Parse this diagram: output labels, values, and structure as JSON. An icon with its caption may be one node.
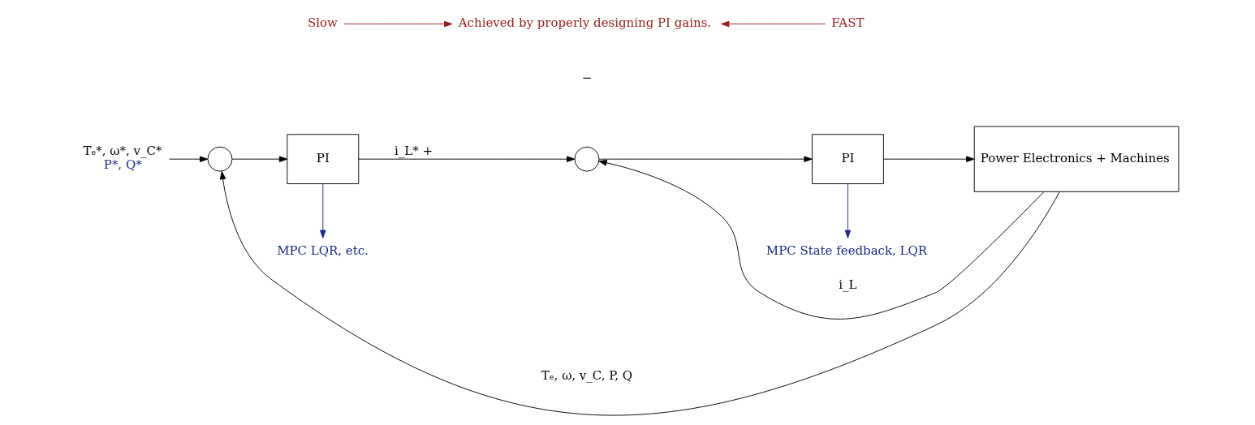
{
  "diagram": {
    "nodes": [
      {
        "text": [],
        "shape": "circle"
      },
      {
        "text": [
          "PI"
        ]
      },
      {
        "text": [],
        "shape": "circle"
      },
      {
        "text": [
          "PI"
        ]
      },
      {
        "text": [
          "Power Electronics + Machines"
        ]
      },
      {
        "text": [
          "MPC LQR, etc."
        ]
      },
      {
        "text": [
          "MPC State feedback, LQR"
        ]
      },
      {
        "text": [
          "Slow"
        ]
      },
      {
        "text": [
          "FAST"
        ]
      },
      {
        "text": [
          "Achieved by properly designing PI gains."
        ]
      },
      {
        "text": [
          "Tₑ*, ω*, v_C*",
          "P*, Q*"
        ]
      }
    ],
    "edges": [
      {
        "from": 10,
        "to": 0,
        "arrow": "to"
      },
      {
        "from": 0,
        "to": 1,
        "arrow": "to"
      },
      {
        "from": 1,
        "to": 2,
        "arrow": "to",
        "label": "i_L* +"
      },
      {
        "from": 2,
        "to": 3,
        "arrow": "to"
      },
      {
        "from": 3,
        "to": 4,
        "arrow": "to"
      },
      {
        "from": 4,
        "to": 0,
        "arrow": "to",
        "label": "Tₑ, ω, v_C, P, Q"
      },
      {
        "from": 4,
        "to": 2,
        "arrow": "to",
        "label": "i_L"
      },
      {
        "from": 1,
        "to": 5,
        "arrow": "to",
        "color": "#1a2a8c"
      },
      {
        "from": 3,
        "to": 6,
        "arrow": "to",
        "color": "#1a2a8c"
      },
      {
        "from": 7,
        "to": 9,
        "arrow": "to",
        "color": "#9b1c1c"
      },
      {
        "from": 8,
        "to": 9,
        "arrow": "to",
        "color": "#9b1c1c"
      }
    ],
    "labels": [
      "−"
    ]
  }
}
